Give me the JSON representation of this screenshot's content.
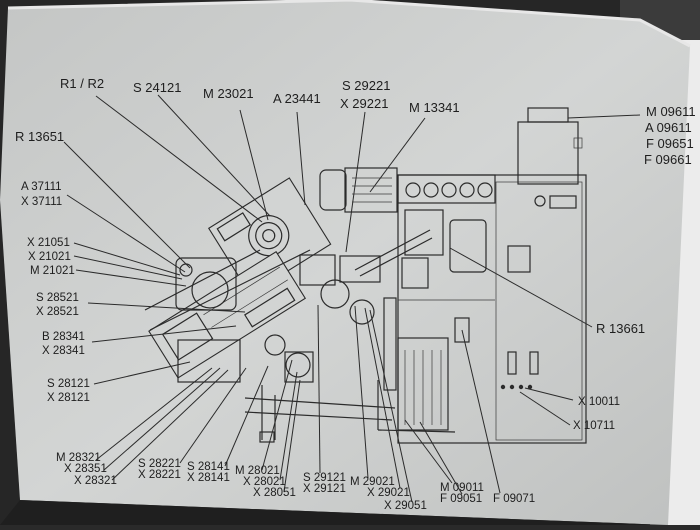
{
  "labels": {
    "r1r2": "R1 / R2",
    "s24121": "S 24121",
    "m23021": "M 23021",
    "a23441": "A 23441",
    "s29221": "S 29221",
    "x29221": "X 29221",
    "m13341": "M 13341",
    "m09611": "M 09611",
    "a09611": "A 09611",
    "f09651": "F 09651",
    "f09661": "F 09661",
    "r13651": "R 13651",
    "a37111": "A 37111",
    "x37111": "X 37111",
    "x21051": "X 21051",
    "x21021": "X 21021",
    "m21021": "M 21021",
    "s28521": "S 28521",
    "x28521": "X 28521",
    "b28341": "B 28341",
    "x28341": "X 28341",
    "s28121": "S 28121",
    "x28121": "X 28121",
    "r13661": "R 13661",
    "x10011": "X 10011",
    "x10711": "X 10711",
    "m28321": "M 28321",
    "x28351": "X 28351",
    "x28321": "X 28321",
    "s28221": "S 28221",
    "x28221": "X 28221",
    "s28141": "S 28141",
    "x28141": "X 28141",
    "m28021": "M 28021",
    "x28021": "X 28021",
    "x28051": "X 28051",
    "s29121": "S 29121",
    "x29121": "X 29121",
    "m29021": "M 29021",
    "x29021": "X 29021",
    "x29051": "X 29051",
    "m09011": "M 09011",
    "f09051": "F 09051",
    "f09071": "F 09071"
  }
}
